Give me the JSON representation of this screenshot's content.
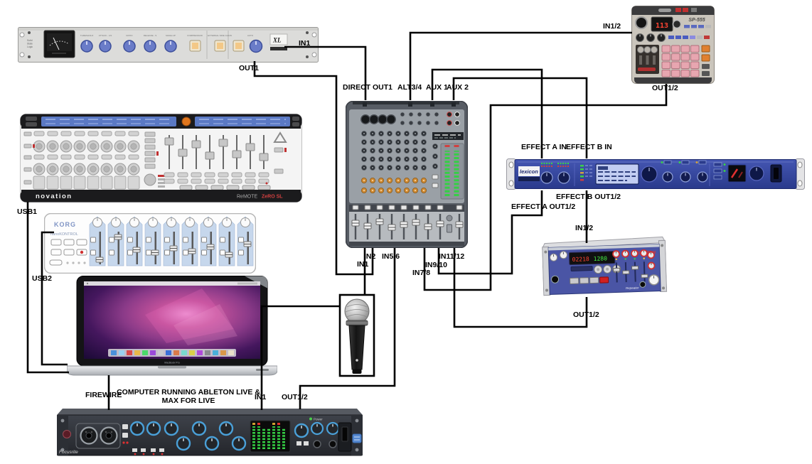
{
  "caption": {
    "line1": "COMPUTER RUNNING ABLETON LIVE &",
    "line2": "MAX FOR LIVE"
  },
  "wire_labels": {
    "ssl_in1": "IN1",
    "ssl_out1": "OUT1",
    "direct_out1": "DIRECT OUT1",
    "alt34": "ALT3/4",
    "aux1": "AUX 1",
    "aux2": "AUX 2",
    "sp_in": "IN1/2",
    "sp_out": "OUT1/2",
    "fx_a_in": "EFFECT A IN",
    "fx_b_in": "EFFECT B IN",
    "fx_b_out": "EFFECT B OUT1/2",
    "fx_a_out": "EFFECT A OUT1/2",
    "rep_in": "IN1/2",
    "rep_out": "OUT1/2",
    "mix_in2": "IN2",
    "mix_in1": "IN1",
    "mix_in56": "IN5/6",
    "mix_in78": "IN7/8",
    "mix_in910": "IN9/10",
    "mix_in1112": "IN11/12",
    "usb1": "USB1",
    "usb2": "USB2",
    "firewire": "FIREWIRE",
    "fr_in1": "IN1",
    "fr_out12": "OUT1/2"
  },
  "devices": {
    "ssl_compressor": {
      "brand_line1": "Solid",
      "brand_line2": "State",
      "brand_line3": "Logic",
      "logo": "XL",
      "knob_labels": [
        "THRESHOLD",
        "ATTACK - mS",
        "RATIO",
        "RELEASE - S",
        "MAKE-UP"
      ],
      "button_labels": [
        "COMPRESSOR",
        "EXTERNAL SIDE CHAIN",
        "AUTO"
      ]
    },
    "novation_controller": {
      "brand": "novation",
      "model_gray": "ReMOTE",
      "model_red": "ZeRO SL"
    },
    "korg_controller": {
      "brand": "KORG",
      "model": "nanoKONTROL"
    },
    "laptop": {
      "label": "MacBook Pro"
    },
    "sampler": {
      "model": "SP-555",
      "display": "113"
    },
    "lexicon_fx": {
      "brand": "lexicon"
    },
    "repeater": {
      "brand": "ELECTRIX",
      "model": "Repeater",
      "display_red": "02218",
      "display_green": "1280"
    },
    "audio_interface": {
      "brand": "Focusrite",
      "power_label": "Power"
    }
  },
  "connections": [
    {
      "from": "Mixer DIRECT OUT1",
      "to": "SSL compressor IN1"
    },
    {
      "from": "SSL compressor OUT1",
      "to": "Mixer IN2"
    },
    {
      "from": "Microphone",
      "to": "Mixer IN1"
    },
    {
      "from": "Mixer ALT3/4",
      "to": "Sampler IN1/2"
    },
    {
      "from": "Mixer AUX 1",
      "to": "FX unit EFFECT A IN"
    },
    {
      "from": "Mixer AUX 2",
      "to": "FX unit EFFECT B IN"
    },
    {
      "from": "Sampler OUT1/2",
      "to": "Mixer IN7/8"
    },
    {
      "from": "FX unit EFFECT A OUT1/2",
      "to": "Mixer IN9/10"
    },
    {
      "from": "FX unit EFFECT B OUT1/2",
      "to": "Repeater IN1/2"
    },
    {
      "from": "Repeater OUT1/2",
      "to": "Mixer IN11/12"
    },
    {
      "from": "Novation controller USB1",
      "to": "Computer"
    },
    {
      "from": "Korg controller USB2",
      "to": "Computer"
    },
    {
      "from": "Computer FIREWIRE",
      "to": "Audio interface"
    },
    {
      "from": "Audio interface OUT1/2",
      "to": "Mixer IN5/6"
    },
    {
      "from": "Microphone",
      "to": "Audio interface IN1"
    }
  ],
  "colors": {
    "wire": "#000000",
    "label_text": "#000000",
    "lexicon_blue": "#3646a0",
    "repeater_blue": "#4a55a5",
    "sp555_pad_pink": "#e7a6b0",
    "focusrite_knob_blue": "#4aa0d8",
    "korg_strip_blue": "#c6d7ec",
    "meter_green": "#35d045"
  }
}
